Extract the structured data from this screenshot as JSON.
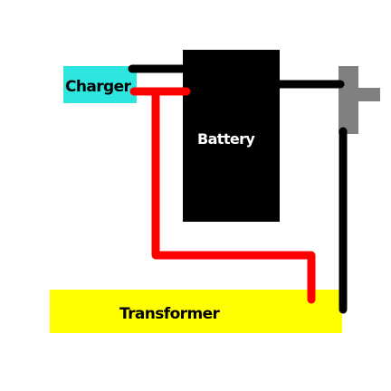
{
  "components": {
    "charger": {
      "label": "Charger",
      "color": "#2ee6e0"
    },
    "battery": {
      "label": "Battery",
      "color": "#000000",
      "label_color": "#ffffff"
    },
    "transformer": {
      "label": "Transformer",
      "color": "#ffff00"
    },
    "switch": {
      "color": "#808080"
    }
  },
  "wires": {
    "positive_color": "#ff0000",
    "negative_color": "#000000"
  }
}
